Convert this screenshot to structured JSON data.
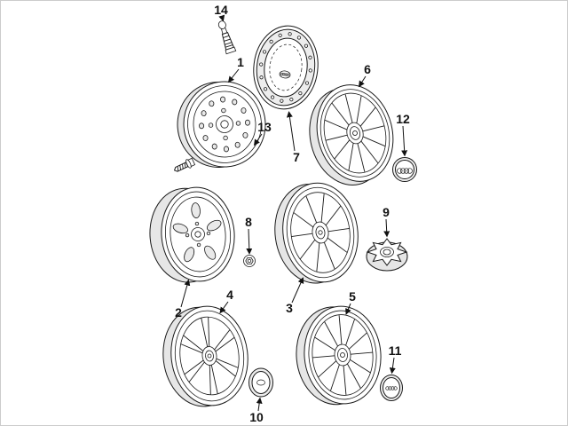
{
  "diagram": {
    "background_color": "#ffffff",
    "line_color": "#1a1a1a",
    "shade_color": "#e6e6e6",
    "callouts": [
      {
        "label": "1",
        "part": "steel-wheel"
      },
      {
        "label": "2",
        "part": "steel-wheel-with-trim"
      },
      {
        "label": "3",
        "part": "alloy-wheel-fan-spoke"
      },
      {
        "label": "4",
        "part": "alloy-wheel-six-spoke"
      },
      {
        "label": "5",
        "part": "alloy-wheel-multi-spoke"
      },
      {
        "label": "6",
        "part": "alloy-wheel-multi-spoke"
      },
      {
        "label": "7",
        "part": "wheel-cover"
      },
      {
        "label": "8",
        "part": "lug-nut"
      },
      {
        "label": "9",
        "part": "center-cap-star"
      },
      {
        "label": "10",
        "part": "center-cap"
      },
      {
        "label": "11",
        "part": "center-cap"
      },
      {
        "label": "12",
        "part": "center-cap-rings"
      },
      {
        "label": "13",
        "part": "wheel-bolt"
      },
      {
        "label": "14",
        "part": "valve-stem"
      }
    ]
  }
}
